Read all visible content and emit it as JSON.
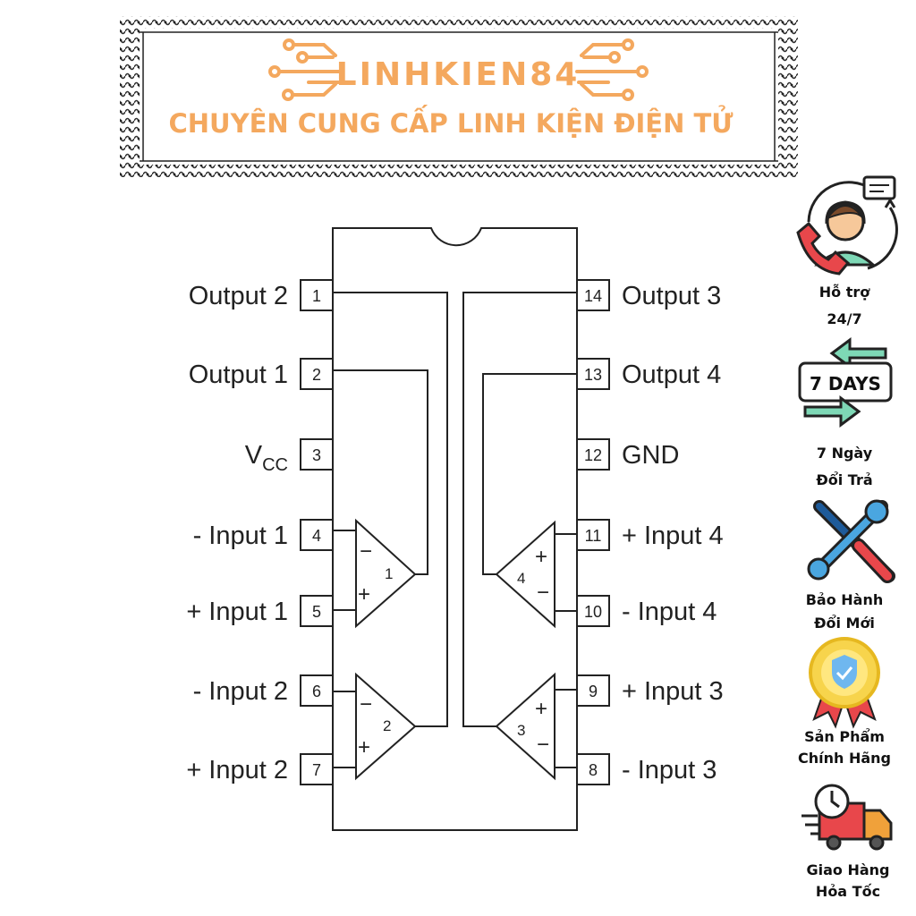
{
  "header": {
    "brand": "LINHKIEN84",
    "tagline": "CHUYÊN CUNG CẤP LINH KIỆN ĐIỆN TỬ",
    "accent_color": "#f4a85e"
  },
  "diagram": {
    "left_pins": [
      {
        "num": "1",
        "label": "Output 2"
      },
      {
        "num": "2",
        "label": "Output 1"
      },
      {
        "num": "3",
        "label": "V",
        "sub": "CC"
      },
      {
        "num": "4",
        "label": "- Input 1"
      },
      {
        "num": "5",
        "label": "+ Input 1"
      },
      {
        "num": "6",
        "label": "- Input 2"
      },
      {
        "num": "7",
        "label": "+ Input 2"
      }
    ],
    "right_pins": [
      {
        "num": "14",
        "label": "Output 3"
      },
      {
        "num": "13",
        "label": "Output 4"
      },
      {
        "num": "12",
        "label": "GND"
      },
      {
        "num": "11",
        "label": "+ Input 4"
      },
      {
        "num": "10",
        "label": "- Input 4"
      },
      {
        "num": "9",
        "label": "+ Input 3"
      },
      {
        "num": "8",
        "label": "- Input 3"
      }
    ],
    "amplifiers": [
      {
        "id": "1",
        "top": "−",
        "bottom": "+"
      },
      {
        "id": "2",
        "top": "−",
        "bottom": "+"
      },
      {
        "id": "3",
        "top": "+",
        "bottom": "−"
      },
      {
        "id": "4",
        "top": "+",
        "bottom": "−"
      }
    ]
  },
  "services": [
    {
      "icon": "support-agent-icon",
      "line1": "Hỗ trợ",
      "line2": "24/7"
    },
    {
      "icon": "seven-days-return-icon",
      "badge": "7 DAYS",
      "line1": "7 Ngày",
      "line2": "Đổi Trả"
    },
    {
      "icon": "tools-icon",
      "line1": "Bảo Hành",
      "line2": "Đổi Mới"
    },
    {
      "icon": "verified-badge-icon",
      "line1": "Sản Phẩm",
      "line2": "Chính Hãng"
    },
    {
      "icon": "delivery-truck-icon",
      "line1": "Giao Hàng",
      "line2": "Hỏa Tốc"
    }
  ]
}
